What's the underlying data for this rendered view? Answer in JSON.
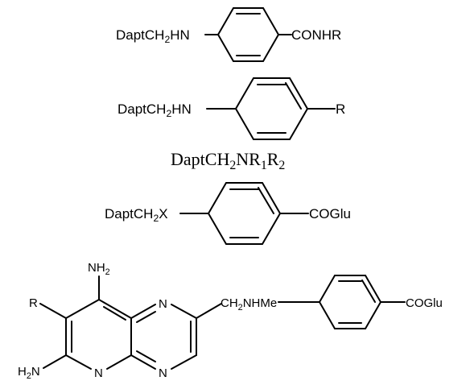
{
  "structure1": {
    "left_base": "DaptCH",
    "left_sub": "2",
    "left_tail": "HN",
    "right": "CONHR"
  },
  "structure2": {
    "left_base": "DaptCH",
    "left_sub": "2",
    "left_tail": "HN",
    "right": "R"
  },
  "formula": {
    "p1": "DaptCH",
    "s1": "2",
    "p2": "NR",
    "s2": "1",
    "p3": "R",
    "s3": "2"
  },
  "structure3": {
    "left_base": "DaptCH",
    "left_sub": "2",
    "left_tail": "X",
    "right": "COGlu"
  },
  "structure4": {
    "top_amine": "NH",
    "top_amine_sub": "2",
    "r_group": "R",
    "bottom_amine_a": "H",
    "bottom_amine_sub": "2",
    "bottom_amine_b": "N",
    "ring_n_bottom_left": "N",
    "ring_n_top_middle": "N",
    "ring_n_bottom_middle": "N",
    "linker_a": "CH",
    "linker_sub": "2",
    "linker_b": "NHMe",
    "right": "COGlu"
  }
}
